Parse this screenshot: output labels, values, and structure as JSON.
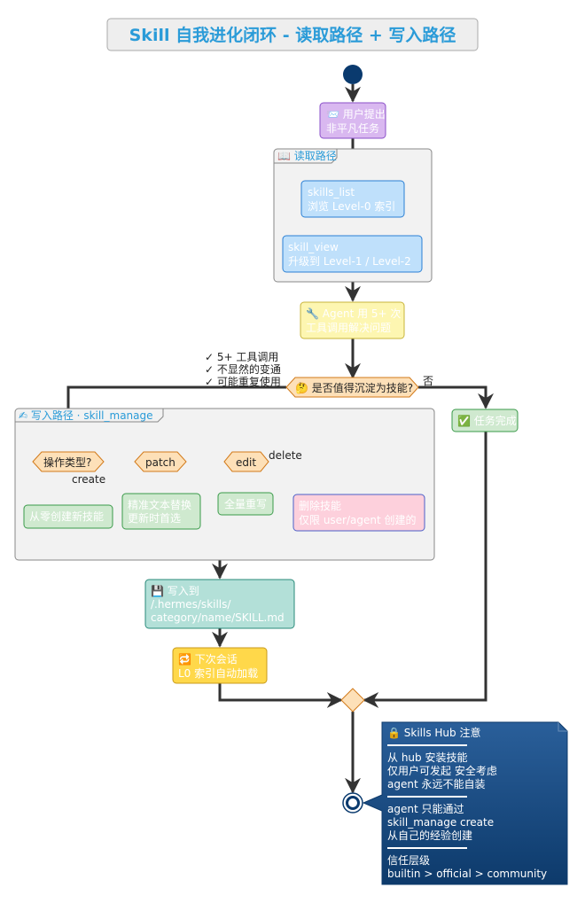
{
  "title": "Skill 自我进化闭环 - 读取路径 + 写入路径",
  "nodes": {
    "user_task": [
      "📨 用户提出",
      "非平凡任务"
    ],
    "read_group": "📖 读取路径",
    "skills_list": [
      "skills_list",
      "浏览 Level-0 索引"
    ],
    "skill_view": [
      "skill_view",
      "升级到 Level-1 / Level-2"
    ],
    "agent_tools": [
      "🔧 Agent 用 5+ 次",
      "工具调用解决问题"
    ],
    "criteria": [
      "✓ 5+ 工具调用",
      "✓ 不显然的变通",
      "✓ 可能重复使用"
    ],
    "decision": "🤔 是否值得沉淀为技能?",
    "no_label": "否",
    "task_done": "✅ 任务完成",
    "write_group": "✍ 写入路径 · skill_manage",
    "op_type": "操作类型?",
    "create_label": "create",
    "patch": "patch",
    "edit": "edit",
    "delete_label": "delete",
    "create_box": "从零创建新技能",
    "patch_box": [
      "精准文本替换",
      "更新时首选"
    ],
    "edit_box": "全量重写",
    "delete_box": [
      "删除技能",
      "仅限 user/agent 创建的"
    ],
    "write_to": [
      "💾 写入到",
      "/.hermes/skills/",
      "category/name/SKILL.md"
    ],
    "next_session": [
      "🔁 下次会话",
      "L0 索引自动加载"
    ]
  },
  "note": {
    "title": "🔒 Skills Hub 注意",
    "section1": [
      "从 hub 安装技能",
      "仅用户可发起 安全考虑",
      "agent 永远不能自装"
    ],
    "section2": [
      "agent 只能通过",
      "skill_manage create",
      "从自己的经验创建"
    ],
    "section3": [
      "信任层级",
      "builtin > official > community"
    ]
  },
  "colors": {
    "title_text": "#2a9bd8",
    "purple": "#d9b8f0",
    "blue": "#bfe0fb",
    "yellow": "#fdf6b1",
    "green": "#cfe9cf",
    "pink": "#fdd0dc",
    "teal": "#b3e0d8",
    "gold": "#ffd84a",
    "decision": "#fde0b8",
    "note": "#1c4f86",
    "start": "#0a3a6e"
  }
}
